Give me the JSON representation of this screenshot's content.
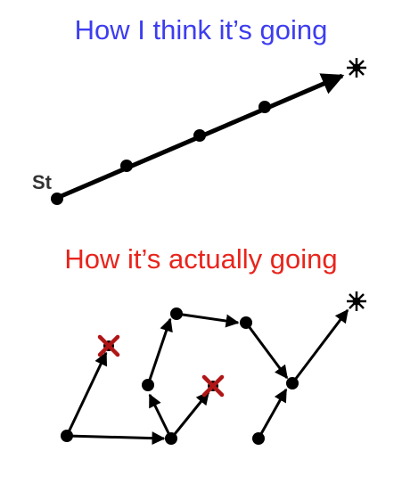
{
  "titles": {
    "expected": "How I think it’s going",
    "actual": "How it’s actually going"
  },
  "start_label": "St",
  "colors": {
    "expected_title": "#3d3df0",
    "actual_title": "#e8241c",
    "path": "#000000",
    "failed_step": "#b01616"
  },
  "icons": {
    "goal": "star-burst-icon",
    "failed_step": "x-mark-icon"
  }
}
